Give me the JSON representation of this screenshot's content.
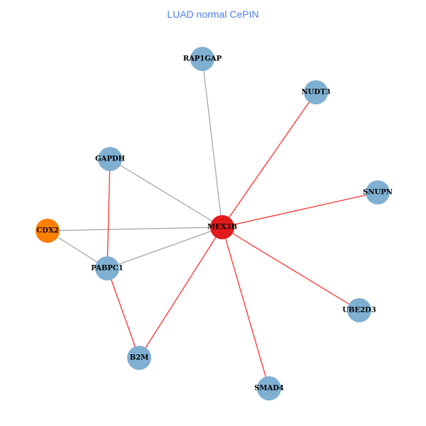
{
  "title": "LUAD normal CePIN",
  "colors": {
    "node_default": "#7fb0d2",
    "node_hub": "#e31a1c",
    "node_highlight": "#ff7f00",
    "edge_red": "#ff3030",
    "edge_gray": "#a6a6a6"
  },
  "nodes": [
    {
      "id": "RAP1GAP",
      "type": "default"
    },
    {
      "id": "NUDT3",
      "type": "default"
    },
    {
      "id": "GAPDH",
      "type": "default"
    },
    {
      "id": "SNUPN",
      "type": "default"
    },
    {
      "id": "CDX2",
      "type": "highlight"
    },
    {
      "id": "MEX3B",
      "type": "hub"
    },
    {
      "id": "PABPC1",
      "type": "default"
    },
    {
      "id": "UBE2D3",
      "type": "default"
    },
    {
      "id": "B2M",
      "type": "default"
    },
    {
      "id": "SMAD4",
      "type": "default"
    }
  ],
  "edges": [
    {
      "source": "MEX3B",
      "target": "RAP1GAP",
      "color": "gray"
    },
    {
      "source": "MEX3B",
      "target": "NUDT3",
      "color": "red"
    },
    {
      "source": "MEX3B",
      "target": "SNUPN",
      "color": "red"
    },
    {
      "source": "MEX3B",
      "target": "UBE2D3",
      "color": "red"
    },
    {
      "source": "MEX3B",
      "target": "SMAD4",
      "color": "red"
    },
    {
      "source": "MEX3B",
      "target": "B2M",
      "color": "red"
    },
    {
      "source": "MEX3B",
      "target": "GAPDH",
      "color": "gray"
    },
    {
      "source": "MEX3B",
      "target": "CDX2",
      "color": "gray"
    },
    {
      "source": "MEX3B",
      "target": "PABPC1",
      "color": "gray"
    },
    {
      "source": "GAPDH",
      "target": "PABPC1",
      "color": "red"
    },
    {
      "source": "CDX2",
      "target": "PABPC1",
      "color": "gray"
    },
    {
      "source": "PABPC1",
      "target": "B2M",
      "color": "red"
    }
  ]
}
